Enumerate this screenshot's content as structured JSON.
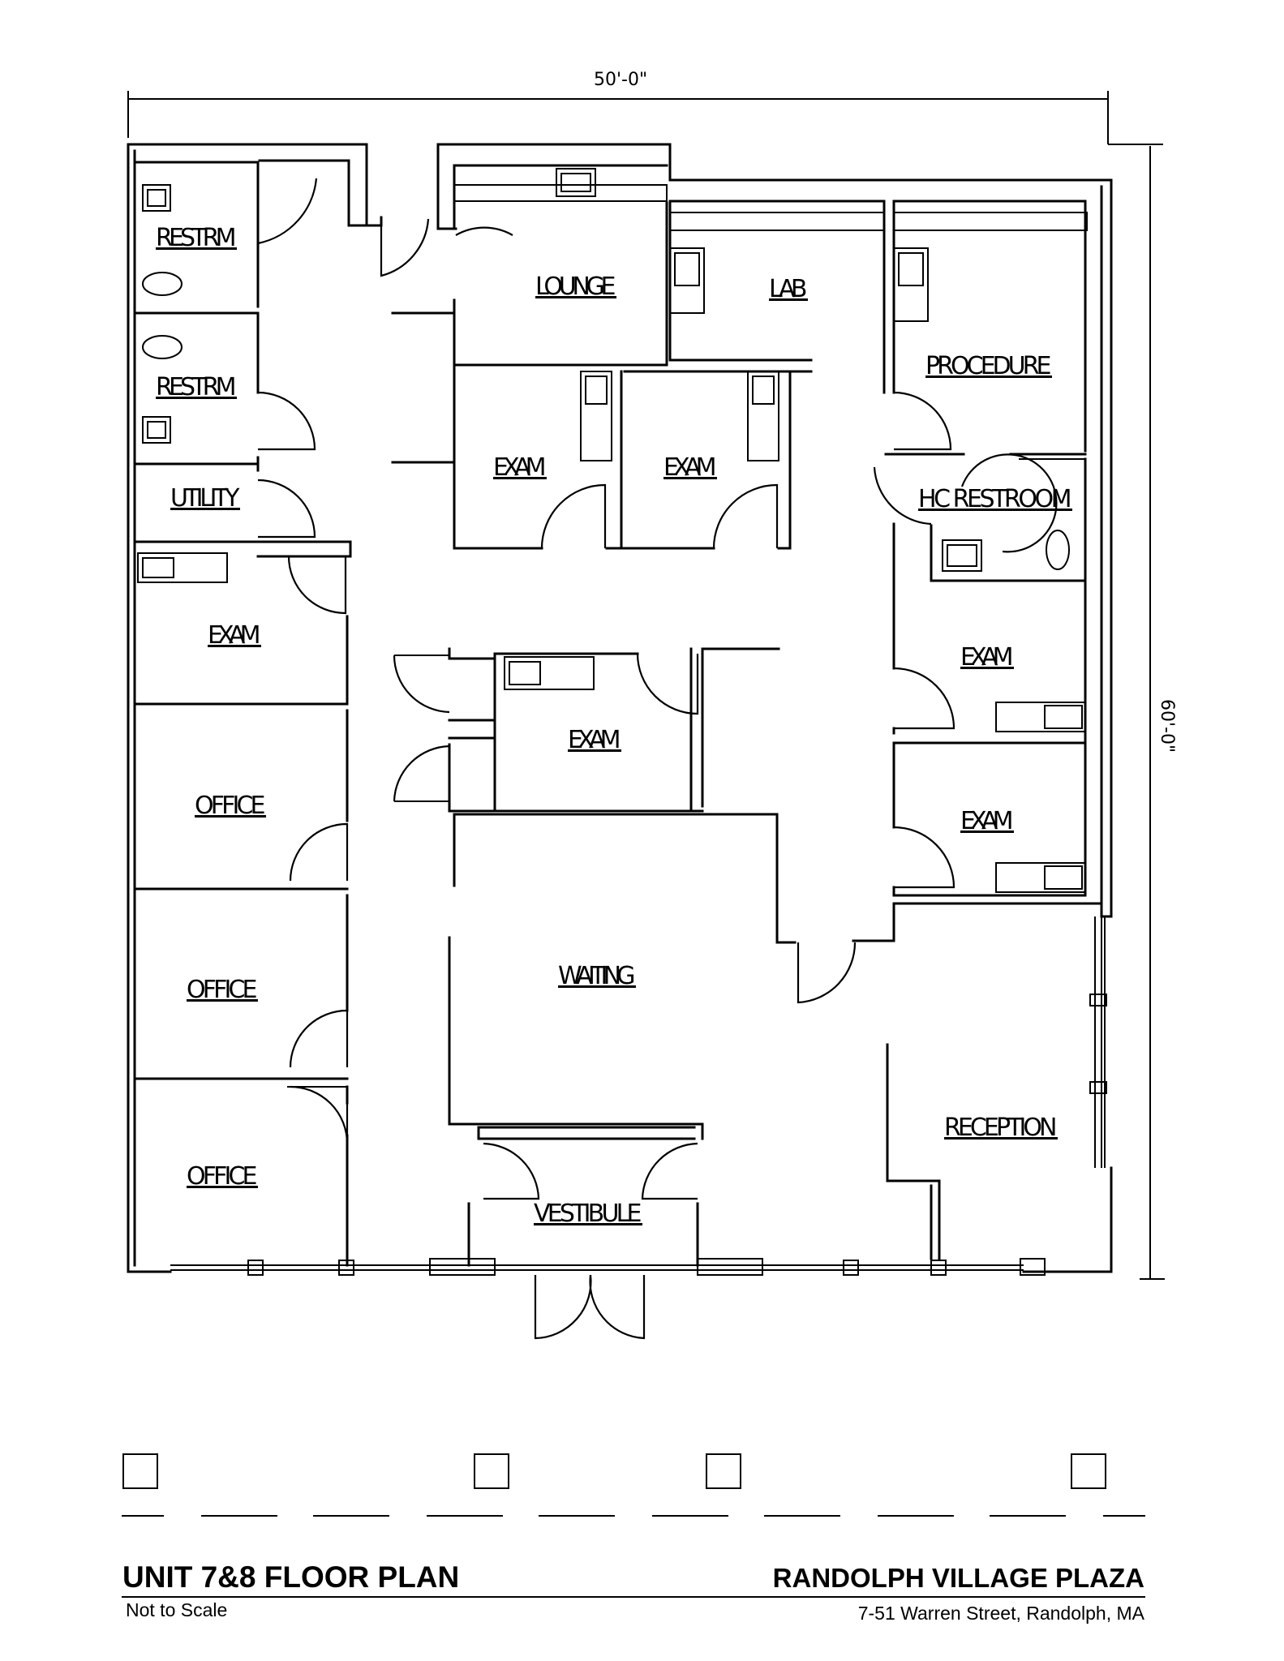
{
  "dimensions": {
    "width_label": "50'-0\"",
    "height_label": "60'-0\""
  },
  "rooms": [
    {
      "id": "restrm-1",
      "label": "RESTRM"
    },
    {
      "id": "restrm-2",
      "label": "RESTRM"
    },
    {
      "id": "utility",
      "label": "UTILITY"
    },
    {
      "id": "exam-w",
      "label": "EXAM"
    },
    {
      "id": "office-1",
      "label": "OFFICE"
    },
    {
      "id": "office-2",
      "label": "OFFICE"
    },
    {
      "id": "office-3",
      "label": "OFFICE"
    },
    {
      "id": "lounge",
      "label": "LOUNGE"
    },
    {
      "id": "lab",
      "label": "LAB"
    },
    {
      "id": "procedure",
      "label": "PROCEDURE"
    },
    {
      "id": "exam-n1",
      "label": "EXAM"
    },
    {
      "id": "exam-n2",
      "label": "EXAM"
    },
    {
      "id": "hc-restroom",
      "label": "HC  RESTROOM"
    },
    {
      "id": "exam-c",
      "label": "EXAM"
    },
    {
      "id": "exam-e1",
      "label": "EXAM"
    },
    {
      "id": "exam-e2",
      "label": "EXAM"
    },
    {
      "id": "waiting",
      "label": "WAITING"
    },
    {
      "id": "reception",
      "label": "RECEPTION"
    },
    {
      "id": "vestibule",
      "label": "VESTIBULE"
    }
  ],
  "title_block": {
    "title": "UNIT 7&8 FLOOR PLAN",
    "subtitle": "Not to Scale",
    "property": "RANDOLPH VILLAGE PLAZA",
    "address": "7-51 Warren Street, Randolph, MA"
  }
}
